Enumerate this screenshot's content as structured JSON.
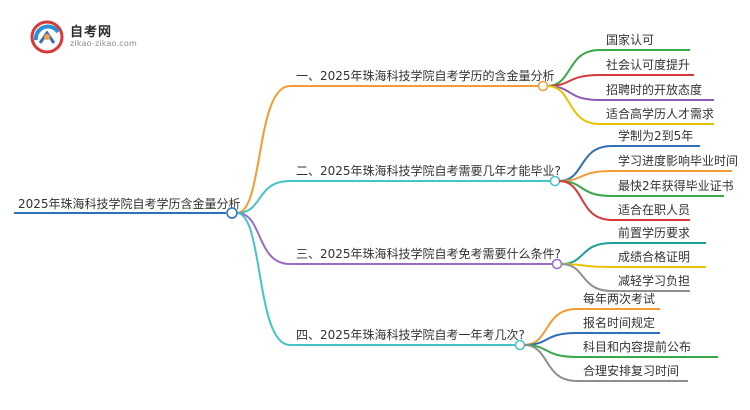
{
  "logo": {
    "title": "自考网",
    "subtitle": "zikao-zikao.com"
  },
  "mindmap": {
    "root": "2025年珠海科技学院自考学历含金量分析",
    "branches": [
      {
        "label": "一、2025年珠海科技学院自考学历的含金量分析",
        "color": "#f39c34",
        "children": [
          {
            "label": "国家认可",
            "color": "#3aa84a"
          },
          {
            "label": "社会认可度提升",
            "color": "#d8393c"
          },
          {
            "label": "招聘时的开放态度",
            "color": "#8d5bb5"
          },
          {
            "label": "适合高学历人才需求",
            "color": "#e6c200"
          }
        ]
      },
      {
        "label": "二、2025年珠海科技学院自考需要几年才能毕业?",
        "color": "#44c3c8",
        "children": [
          {
            "label": "学制为2到5年",
            "color": "#2f6fb8"
          },
          {
            "label": "学习进度影响毕业时间",
            "color": "#f39c34"
          },
          {
            "label": "最快2年获得毕业证书",
            "color": "#3aa84a"
          },
          {
            "label": "适合在职人员",
            "color": "#d8393c"
          }
        ]
      },
      {
        "label": "三、2025年珠海科技学院自考免考需要什么条件?",
        "color": "#9b6bc0",
        "children": [
          {
            "label": "前置学历要求",
            "color": "#1f9e96"
          },
          {
            "label": "成绩合格证明",
            "color": "#e6c200"
          },
          {
            "label": "减轻学习负担",
            "color": "#8f8f8f"
          }
        ]
      },
      {
        "label": "四、2025年珠海科技学院自考一年考几次?",
        "color": "#44c3c8",
        "children": [
          {
            "label": "每年两次考试",
            "color": "#f39c34"
          },
          {
            "label": "报名时间规定",
            "color": "#2f6fb8"
          },
          {
            "label": "科目和内容提前公布",
            "color": "#3aa84a"
          },
          {
            "label": "合理安排复习时间",
            "color": "#8f8f8f"
          }
        ]
      }
    ]
  }
}
